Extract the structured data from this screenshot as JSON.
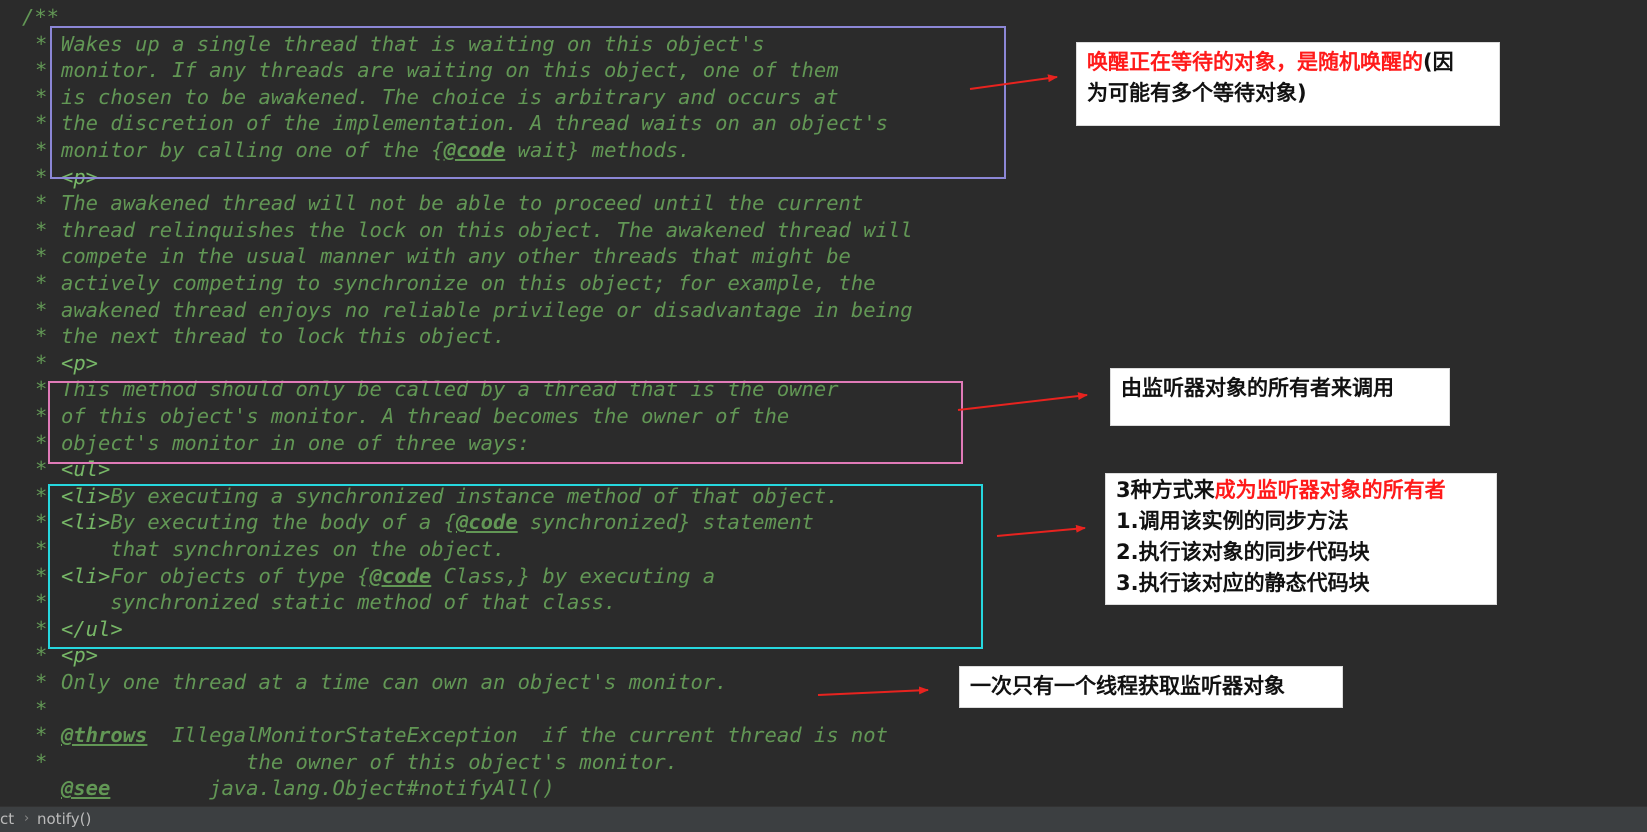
{
  "editor": {
    "lines": [
      {
        "star": "/**",
        "text": ""
      },
      {
        "star": "*",
        "text": "Wakes up a single thread that is waiting on this object's"
      },
      {
        "star": "*",
        "text": "monitor. If any threads are waiting on this object, one of them"
      },
      {
        "star": "*",
        "text": "is chosen to be awakened. The choice is arbitrary and occurs at"
      },
      {
        "star": "*",
        "text": "the discretion of the implementation. A thread waits on an object's"
      },
      {
        "star": "*",
        "pre": "monitor by calling one of the {",
        "kw": "@code",
        "post": " wait} methods."
      },
      {
        "star": "*",
        "tag": "<p>"
      },
      {
        "star": "*",
        "text": "The awakened thread will not be able to proceed until the current"
      },
      {
        "star": "*",
        "text": "thread relinquishes the lock on this object. The awakened thread will"
      },
      {
        "star": "*",
        "text": "compete in the usual manner with any other threads that might be"
      },
      {
        "star": "*",
        "text": "actively competing to synchronize on this object; for example, the"
      },
      {
        "star": "*",
        "text": "awakened thread enjoys no reliable privilege or disadvantage in being"
      },
      {
        "star": "*",
        "text": "the next thread to lock this object."
      },
      {
        "star": "*",
        "tag": "<p>"
      },
      {
        "star": "*",
        "text": "This method should only be called by a thread that is the owner"
      },
      {
        "star": "*",
        "text": "of this object's monitor. A thread becomes the owner of the"
      },
      {
        "star": "*",
        "text": "object's monitor in one of three ways:"
      },
      {
        "star": "*",
        "tag": "<ul>"
      },
      {
        "star": "*",
        "tag": "<li>",
        "text": "By executing a synchronized instance method of that object."
      },
      {
        "star": "*",
        "tag": "<li>",
        "pre": "By executing the body of a {",
        "kw": "@code",
        "post": " synchronized} statement"
      },
      {
        "star": "*",
        "text": "    that synchronizes on the object."
      },
      {
        "star": "*",
        "tag": "<li>",
        "pre": "For objects of type {",
        "kw": "@code",
        "post": " Class,} by executing a"
      },
      {
        "star": "*",
        "text": "    synchronized static method of that class."
      },
      {
        "star": "*",
        "tag": "</ul>"
      },
      {
        "star": "*",
        "tag": "<p>"
      },
      {
        "star": "*",
        "text": "Only one thread at a time can own an object's monitor."
      },
      {
        "star": "*",
        "text": ""
      },
      {
        "star": "*",
        "kw": "@throws",
        "post": "  IllegalMonitorStateException  if the current thread is not"
      },
      {
        "star": "*",
        "text": "               the owner of this object's monitor."
      },
      {
        "star": "",
        "kw": "@see",
        "post": "        java.lang.Object#notifyAll()"
      }
    ]
  },
  "annotations": {
    "note1": {
      "red": "唤醒正在等待的对象，是随机唤醒的",
      "line1_rest": "(因",
      "line2": "为可能有多个等待对象)"
    },
    "note2": {
      "text": "由监听器对象的所有者来调用"
    },
    "note3": {
      "head_black": "3种方式来",
      "head_red": "成为监听器对象的所有者",
      "items": [
        "1.调用该实例的同步方法",
        "2.执行该对象的同步代码块",
        "3.执行该对应的静态代码块"
      ]
    },
    "note4": {
      "text": "一次只有一个线程获取监听器对象"
    }
  },
  "colors": {
    "comment": "#629755",
    "highlight_purple": "#8c87d6",
    "highlight_pink": "#e07ab8",
    "highlight_cyan": "#26d7df",
    "arrow_red": "#e8231f",
    "note_red": "#ff1a1a"
  },
  "statusbar": {
    "crumb1": "ct",
    "crumb_sep": "›",
    "crumb2": "notify()"
  }
}
